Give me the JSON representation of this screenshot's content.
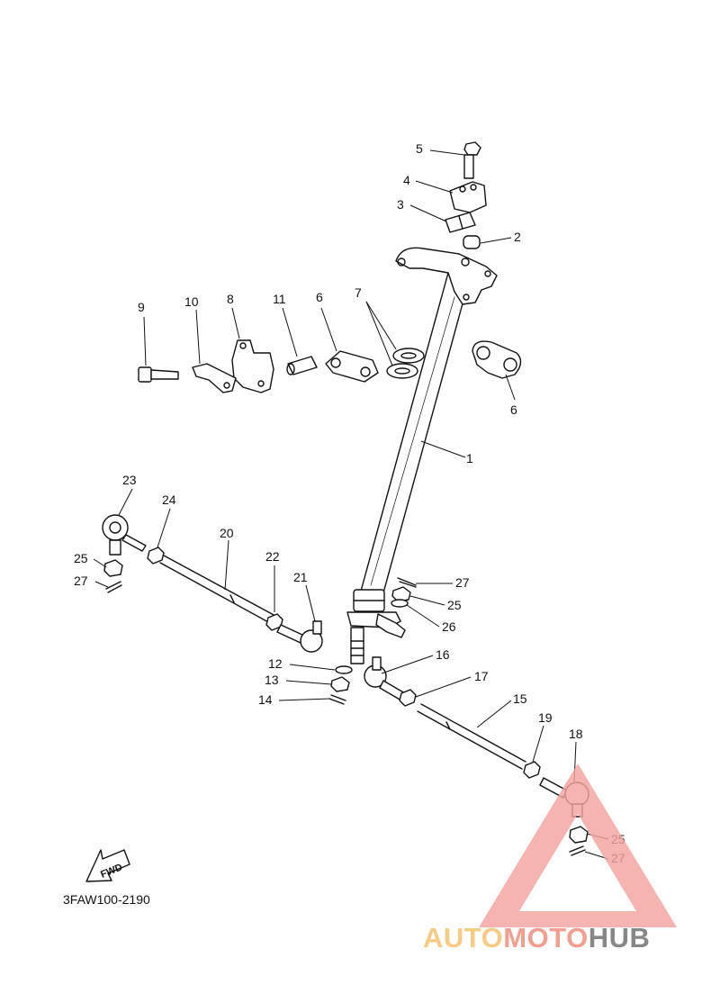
{
  "diagram": {
    "drawing_code": "3FAW100-2190",
    "fwd_label": "FWD",
    "callouts": {
      "c1": "1",
      "c2": "2",
      "c3": "3",
      "c4": "4",
      "c5": "5",
      "c6a": "6",
      "c6b": "6",
      "c7": "7",
      "c8": "8",
      "c9": "9",
      "c10": "10",
      "c11": "11",
      "c12": "12",
      "c13": "13",
      "c14": "14",
      "c15": "15",
      "c16": "16",
      "c17": "17",
      "c18": "18",
      "c19": "19",
      "c20": "20",
      "c21": "21",
      "c22": "22",
      "c23": "23",
      "c24": "24",
      "c25a": "25",
      "c25b": "25",
      "c25c": "25",
      "c26": "26",
      "c27a": "27",
      "c27b": "27",
      "c27c": "27"
    }
  },
  "watermark": {
    "word_part1": "AUTO",
    "word_part2": "MOTO",
    "word_part3": "HUB",
    "colors": {
      "auto": "#f5c26b",
      "moto": "#f08a78",
      "hub": "#6d6d6d",
      "triangle": "#f4a3a0"
    }
  }
}
